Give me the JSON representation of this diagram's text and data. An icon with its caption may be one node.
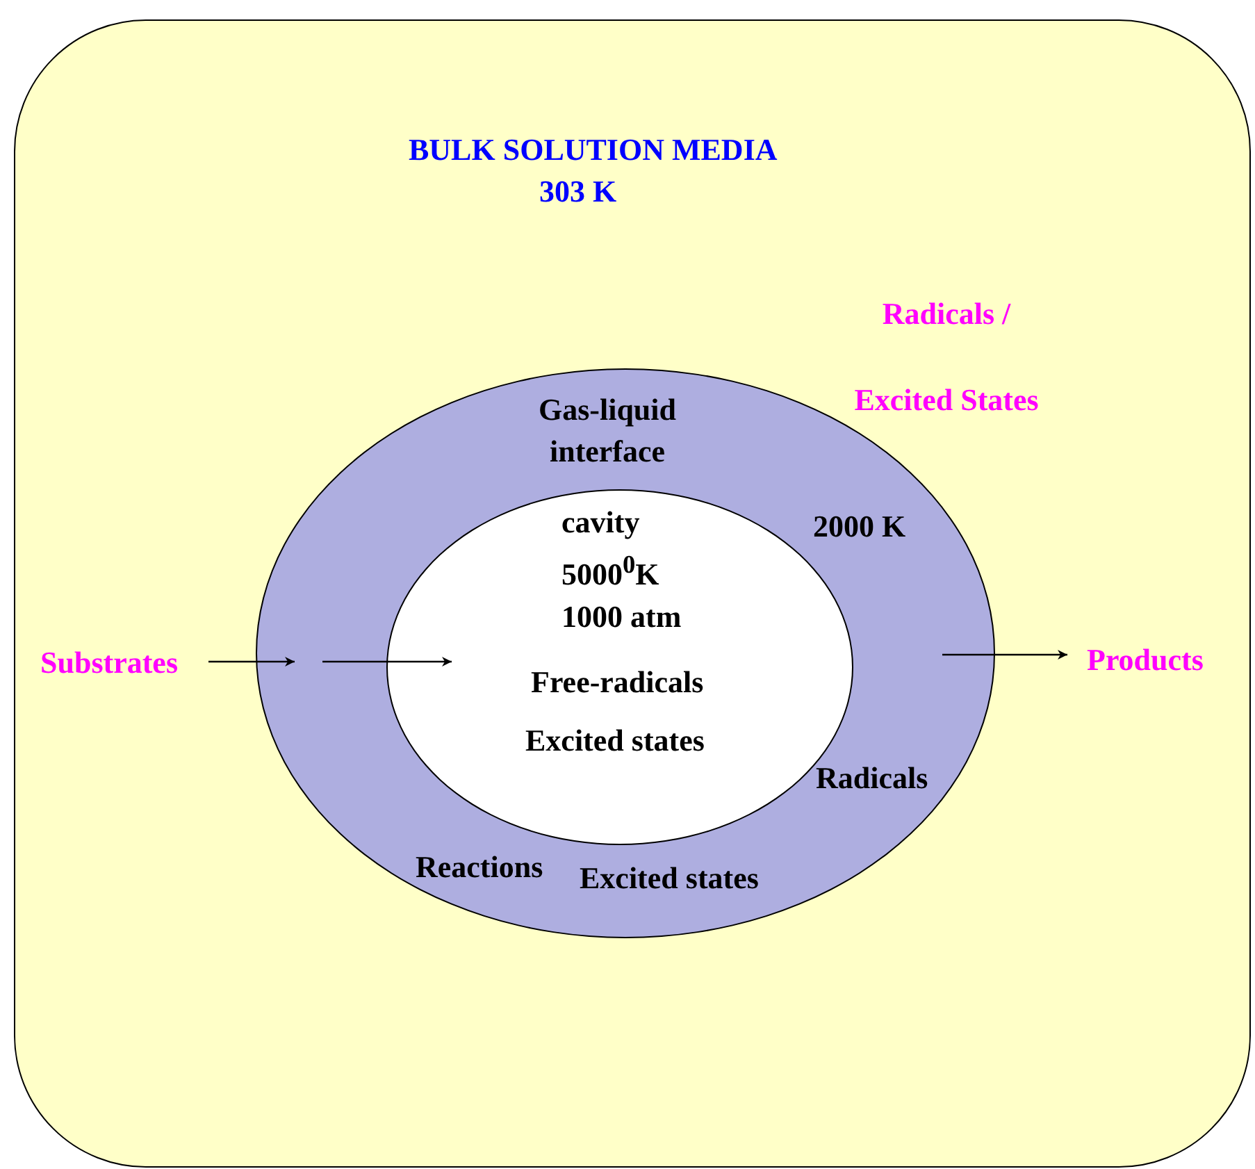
{
  "diagram": {
    "nodes": [
      {
        "text": [
          "BULK SOLUTION MEDIA",
          "303 K",
          "Radicals / Excited States"
        ]
      },
      {
        "text": [
          "Gas-liquid interface",
          "2000 K",
          "Radicals",
          "Reactions",
          "Excited states"
        ],
        "in": 0
      },
      {
        "text": [
          "cavity 5000$^{0}$K 1000 atm",
          "Free-radicals",
          "Excited states"
        ],
        "in": 1
      },
      {
        "text": [
          "Substrates"
        ],
        "in": 0
      },
      {
        "text": [
          "Products"
        ],
        "in": 0
      }
    ],
    "edges": [
      {
        "from": 3,
        "to": 1,
        "arrow": "to"
      },
      {
        "from": 1,
        "to": 2,
        "arrow": "to"
      },
      {
        "from": 1,
        "to": 4,
        "arrow": "to"
      }
    ]
  }
}
